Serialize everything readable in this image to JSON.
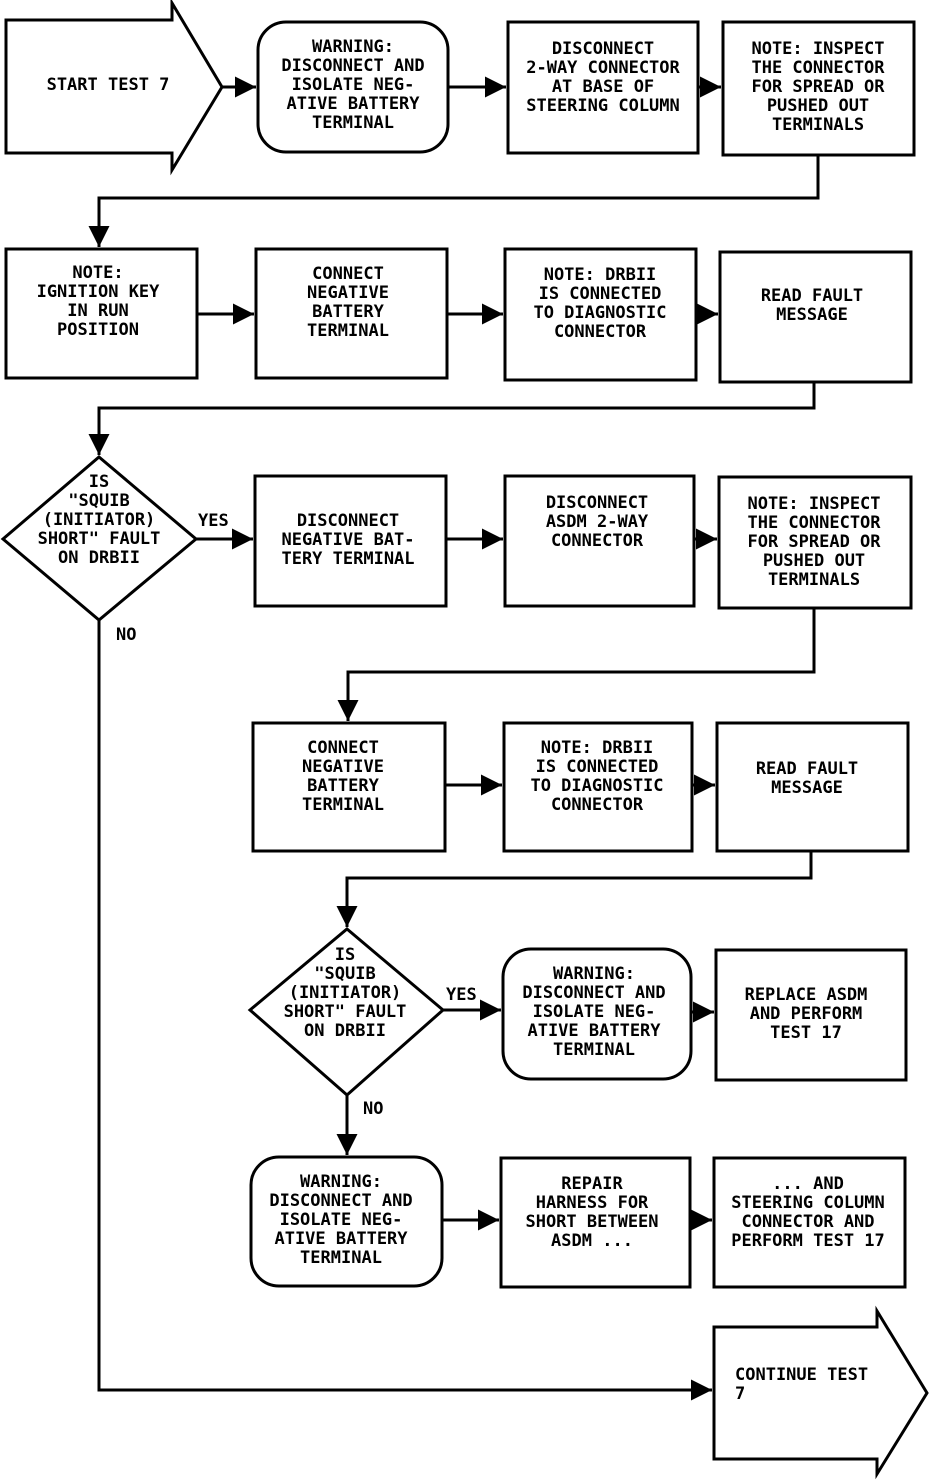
{
  "nodes": {
    "start": [
      "START TEST 7"
    ],
    "warning_1": [
      "WARNING:",
      "DISCONNECT AND",
      "ISOLATE NEG-",
      "ATIVE BATTERY",
      "TERMINAL"
    ],
    "disconnect_2way_steering": [
      "DISCONNECT",
      "2-WAY CONNECTOR",
      "AT BASE OF",
      "STEERING COLUMN"
    ],
    "note_inspect_1": [
      "NOTE: INSPECT",
      "THE CONNECTOR",
      "FOR SPREAD OR",
      "PUSHED OUT",
      "TERMINALS"
    ],
    "note_ignition": [
      "NOTE:",
      "IGNITION KEY",
      "IN RUN",
      "POSITION"
    ],
    "connect_battery_1": [
      "CONNECT",
      "NEGATIVE",
      "BATTERY",
      "TERMINAL"
    ],
    "note_drbii_1": [
      "NOTE: DRBII",
      "IS CONNECTED",
      "TO DIAGNOSTIC",
      "CONNECTOR"
    ],
    "read_fault_1": [
      "READ FAULT",
      "MESSAGE"
    ],
    "decision_1": [
      "IS",
      "\"SQUIB",
      "(INITIATOR)",
      "SHORT\" FAULT",
      "ON DRBII"
    ],
    "disconnect_battery": [
      "DISCONNECT",
      "NEGATIVE BAT-",
      "TERY TERMINAL"
    ],
    "disconnect_asdm": [
      "DISCONNECT",
      "ASDM 2-WAY",
      "CONNECTOR"
    ],
    "note_inspect_2": [
      "NOTE: INSPECT",
      "THE CONNECTOR",
      "FOR SPREAD OR",
      "PUSHED OUT",
      "TERMINALS"
    ],
    "connect_battery_2": [
      "CONNECT",
      "NEGATIVE",
      "BATTERY",
      "TERMINAL"
    ],
    "note_drbii_2": [
      "NOTE: DRBII",
      "IS CONNECTED",
      "TO DIAGNOSTIC",
      "CONNECTOR"
    ],
    "read_fault_2": [
      "READ FAULT",
      "MESSAGE"
    ],
    "decision_2": [
      "IS",
      "\"SQUIB",
      "(INITIATOR)",
      "SHORT\" FAULT",
      "ON DRBII"
    ],
    "warning_2": [
      "WARNING:",
      "DISCONNECT AND",
      "ISOLATE NEG-",
      "ATIVE BATTERY",
      "TERMINAL"
    ],
    "replace_asdm": [
      "REPLACE ASDM",
      "AND PERFORM",
      "TEST 17"
    ],
    "warning_3": [
      "WARNING:",
      "DISCONNECT AND",
      "ISOLATE NEG-",
      "ATIVE BATTERY",
      "TERMINAL"
    ],
    "repair_harness": [
      "REPAIR",
      "HARNESS FOR",
      "SHORT BETWEEN",
      "ASDM ..."
    ],
    "steering_connector": [
      "... AND",
      "STEERING COLUMN",
      "CONNECTOR AND",
      "PERFORM TEST 17"
    ],
    "continue": [
      "CONTINUE TEST",
      "7"
    ]
  },
  "labels": {
    "yes_1": "YES",
    "no_1": "NO",
    "yes_2": "YES",
    "no_2": "NO"
  }
}
